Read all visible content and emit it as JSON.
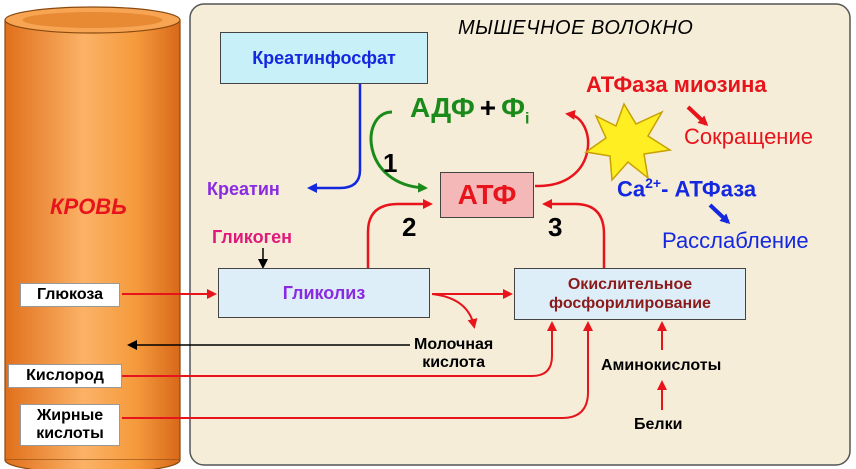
{
  "title": "МЫШЕЧНОЕ ВОЛОКНО",
  "blood_label": "КРОВЬ",
  "boxes": {
    "creatine_phosphate": "Креатинфосфат",
    "atp": "АТФ",
    "glycolysis": "Гликолиз",
    "oxidative_line1": "Окислительное",
    "oxidative_line2": "фосфорилирование"
  },
  "molecules": {
    "adp": "АДФ",
    "plus": "+",
    "phosphate": "Ф",
    "phosphate_sub": "i",
    "creatine": "Креатин",
    "glycogen": "Гликоген",
    "lactic_line1": "Молочная",
    "lactic_line2": "кислота",
    "amino_acids": "Аминокислоты",
    "proteins": "Белки"
  },
  "pathway_numbers": [
    "1",
    "2",
    "3"
  ],
  "right_side": {
    "myosin_atpase": "АТФаза миозина",
    "contraction": "Сокращение",
    "ca": "Ca",
    "ca_sup": "2+",
    "ca_atpase": "- АТФаза",
    "relaxation": "Расслабление"
  },
  "blood_inputs": {
    "glucose": "Глюкоза",
    "oxygen": "Кислород",
    "fatty_line1": "Жирные",
    "fatty_line2": "кислоты"
  },
  "colors": {
    "panel_bg": "#f5edd8",
    "vessel": "#f59a3c",
    "red": "#e8141c",
    "green": "#1a8a1a",
    "blue": "#1428e0",
    "violet": "#8a2be2",
    "magenta": "#e0197a",
    "dark_red": "#8b1a1a",
    "cyan_box": "#c8f0f8",
    "atp_box": "#f4b8b8",
    "light_box": "#ddeef8",
    "star": "#ffee22"
  }
}
